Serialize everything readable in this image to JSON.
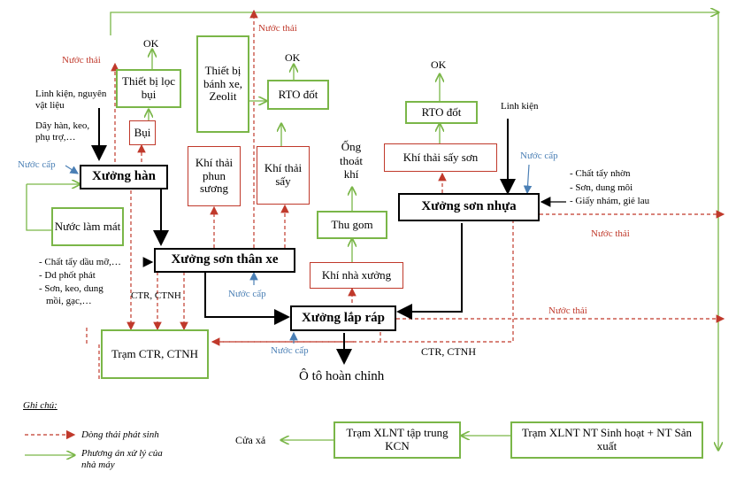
{
  "nodes": {
    "xuong_han": "Xưởng hàn",
    "xuong_son_than_xe": "Xưởng sơn thân xe",
    "xuong_lap_rap": "Xưởng lắp ráp",
    "xuong_son_nhua": "Xưởng sơn nhựa",
    "thiet_bi_loc_bui": "Thiết bị lọc bụi",
    "bui": "Bụi",
    "nuoc_lam_mat": "Nước làm mát",
    "thiet_bi_banh_xe": "Thiết bị bánh xe, Zeolit",
    "khi_thai_phun_suong": "Khí thải phun sương",
    "khi_thai_say": "Khí thải sấy",
    "rto_1": "RTO đốt",
    "rto_2": "RTO đốt",
    "khi_thai_say_son": "Khí thải sấy sơn",
    "thu_gom": "Thu gom",
    "khi_nha_xuong": "Khí nhà xưởng",
    "tram_ctr": "Trạm CTR, CTNH",
    "tram_xlnt_kcn": "Trạm XLNT tập trung KCN",
    "tram_xlnt_nm": "Trạm XLNT NT Sinh hoạt + NT Sản xuất"
  },
  "labels": {
    "ok": "OK",
    "nuoc_thai": "Nước thải",
    "nuoc_cap": "Nước cấp",
    "ctr_ctnh": "CTR, CTNH",
    "linh_kien_nvl": "Linh kiện, nguyên vật liệu",
    "day_han": "Dây hàn, keo, phụ trợ,…",
    "linh_kien": "Linh kiện",
    "ong_thoat_khi": "Ống thoát khí",
    "o_to_hoan_chinh": "Ô tô hoàn chỉnh",
    "cua_xa": "Cửa xả",
    "inputs_son_than": [
      "- Chất tẩy dầu mỡ,…",
      "- Dd phốt phát",
      "- Sơn, keo, dung",
      "mồi, gạc,…"
    ],
    "inputs_son_nhua": [
      "- Chất tẩy nhờn",
      "- Sơn, dung môi",
      "- Giấy nhám, giẻ lau"
    ]
  },
  "legend": {
    "title": "Ghi chú:",
    "emission": "Dòng thải phát sinh",
    "treatment": "Phương án xử lý của nhà máy"
  },
  "colors": {
    "green": "#7ab648",
    "red": "#c0392b",
    "blue": "#4a7fb5",
    "black": "#000000"
  }
}
